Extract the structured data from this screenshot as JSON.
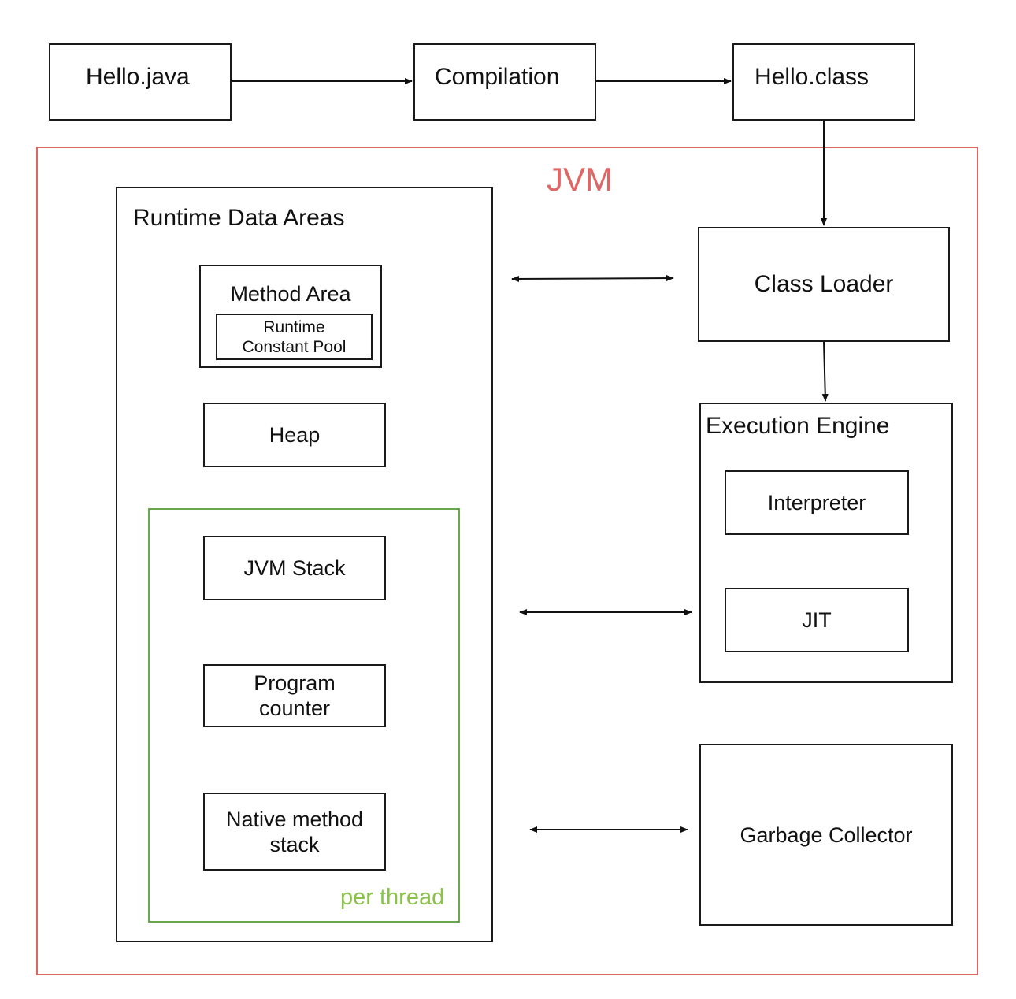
{
  "pipeline": {
    "source_file": "Hello.java",
    "compile_step": "Compilation",
    "class_file": "Hello.class"
  },
  "jvm": {
    "title": "JVM",
    "title_color": "#e06666",
    "runtime_data_areas": {
      "title": "Runtime Data Areas",
      "method_area": {
        "title": "Method Area",
        "constant_pool_line1": "Runtime",
        "constant_pool_line2": "Constant Pool"
      },
      "heap": "Heap",
      "per_thread": {
        "label": "per thread",
        "label_color": "#8bc34a",
        "jvm_stack": "JVM Stack",
        "program_counter_line1": "Program",
        "program_counter_line2": "counter",
        "native_stack_line1": "Native method",
        "native_stack_line2": "stack"
      }
    },
    "class_loader": "Class Loader",
    "execution_engine": {
      "title": "Execution Engine",
      "interpreter": "Interpreter",
      "jit": "JIT"
    },
    "garbage_collector": "Garbage Collector"
  }
}
